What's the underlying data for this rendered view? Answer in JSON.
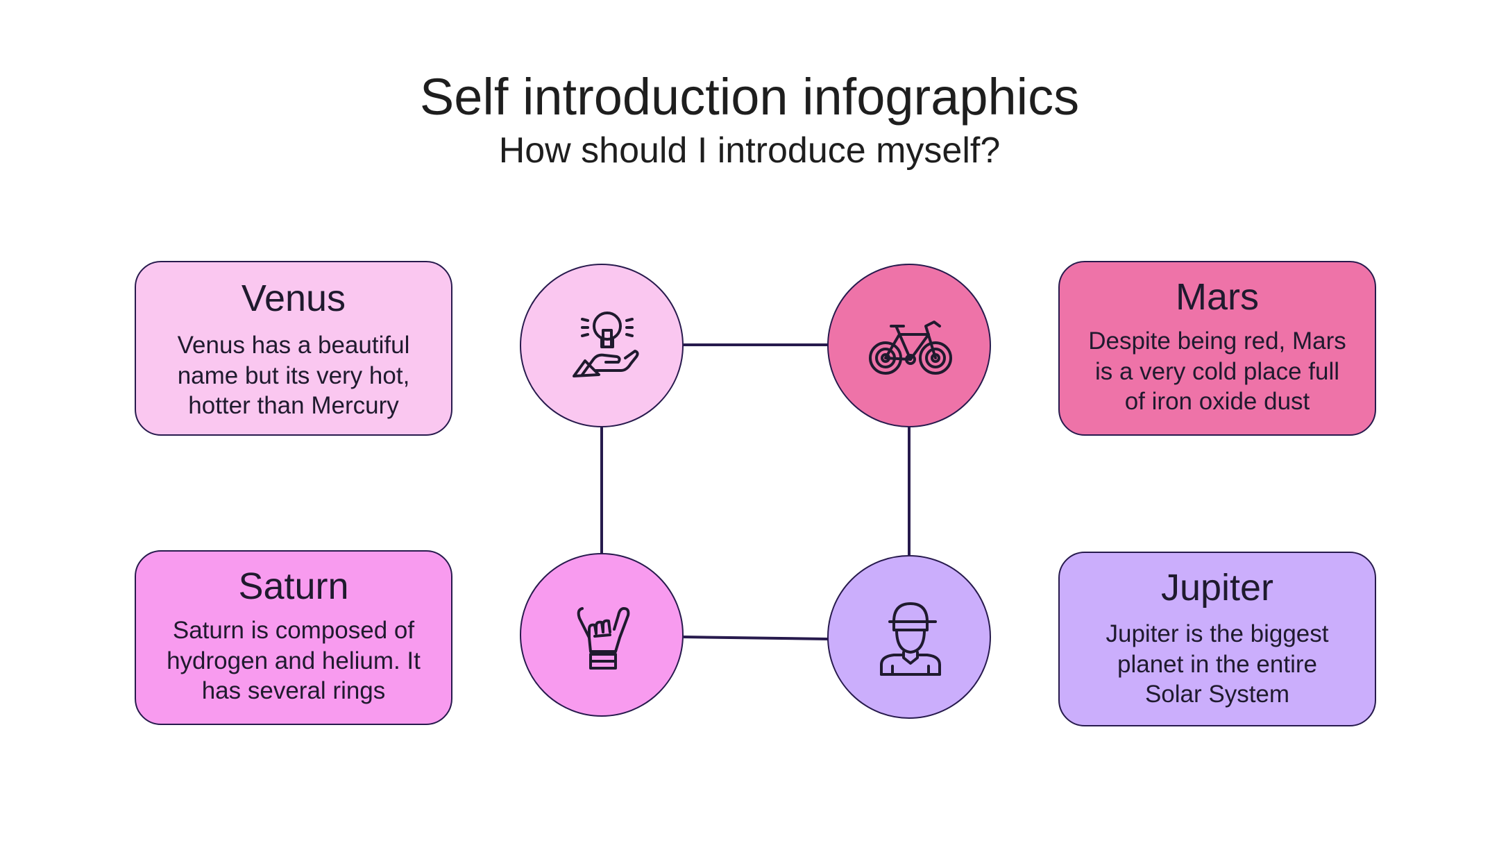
{
  "header": {
    "title": "Self introduction infographics",
    "subtitle": "How should I introduce myself?"
  },
  "colors": {
    "line": "#271a4d",
    "venus": "#fac7f0",
    "mars": "#ee73a8",
    "saturn": "#f89bef",
    "jupiter": "#cbaefc"
  },
  "cards": {
    "venus": {
      "title": "Venus",
      "body": "Venus has a beautiful name but its very hot, hotter than Mercury"
    },
    "mars": {
      "title": "Mars",
      "body": "Despite being red, Mars is a very cold place full of iron oxide dust"
    },
    "saturn": {
      "title": "Saturn",
      "body": "Saturn is composed of hydrogen and helium. It has several rings"
    },
    "jupiter": {
      "title": "Jupiter",
      "body": "Jupiter is the biggest planet in the entire Solar System"
    }
  },
  "icons": {
    "venus": "lightbulb-hand-icon",
    "mars": "bicycle-icon",
    "saturn": "shaka-hand-icon",
    "jupiter": "person-cap-icon"
  }
}
